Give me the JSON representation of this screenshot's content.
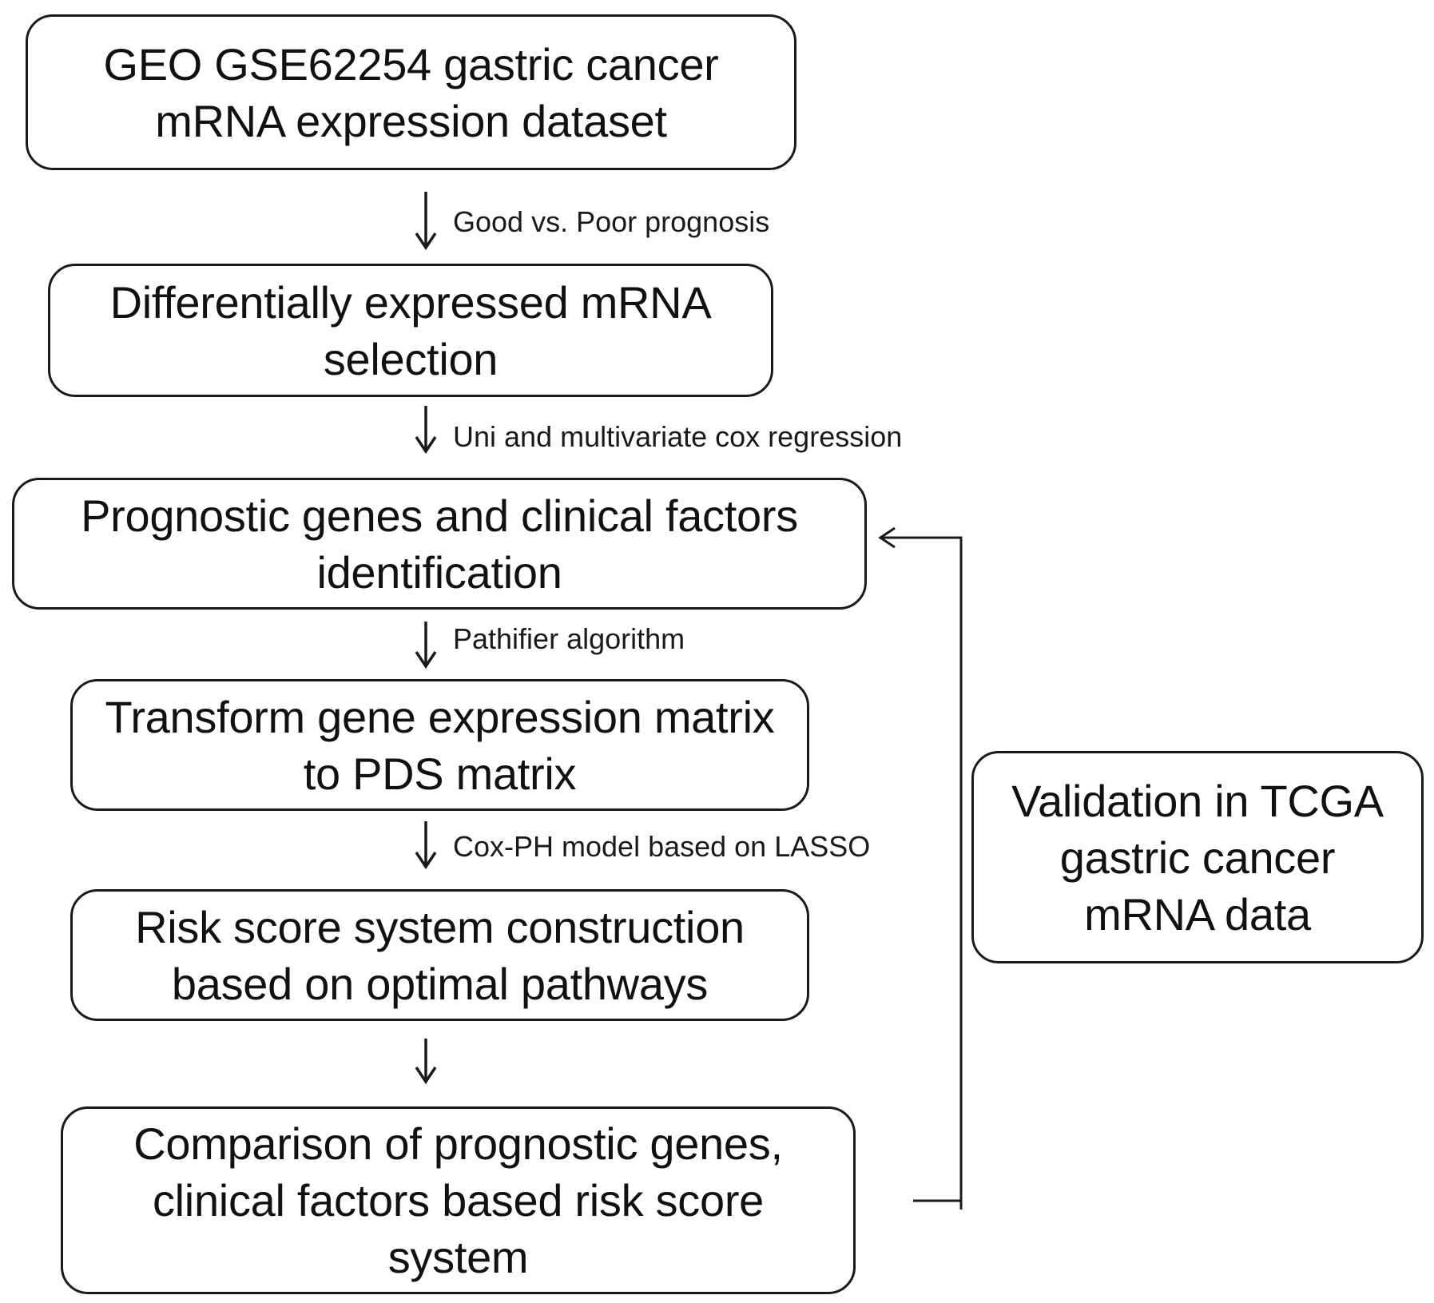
{
  "nodes": {
    "geo_dataset": {
      "line1": "GEO GSE62254 gastric cancer",
      "line2": "mRNA expression dataset"
    },
    "de_selection": {
      "line1": "Differentially expressed mRNA",
      "line2": "selection"
    },
    "prognostic_identification": {
      "line1": "Prognostic genes and clinical factors",
      "line2": "identification"
    },
    "transform_matrix": {
      "line1": "Transform gene expression matrix",
      "line2": "to PDS matrix"
    },
    "risk_score_construction": {
      "line1": "Risk score system construction",
      "line2": "based on optimal pathways"
    },
    "comparison": {
      "line1": "Comparison of prognostic genes,",
      "line2": "clinical factors based risk score",
      "line3": "system"
    },
    "validation_tcga": {
      "line1": "Validation in TCGA",
      "line2": "gastric cancer",
      "line3": "mRNA data"
    }
  },
  "edges": {
    "geo_to_de": "Good vs. Poor prognosis",
    "de_to_prognostic": "Uni and multivariate cox regression",
    "prognostic_to_transform": "Pathifier algorithm",
    "transform_to_risk": "Cox-PH model based on LASSO",
    "risk_to_comparison": ""
  },
  "colors": {
    "stroke": "#1a1a1a",
    "background": "#ffffff"
  }
}
